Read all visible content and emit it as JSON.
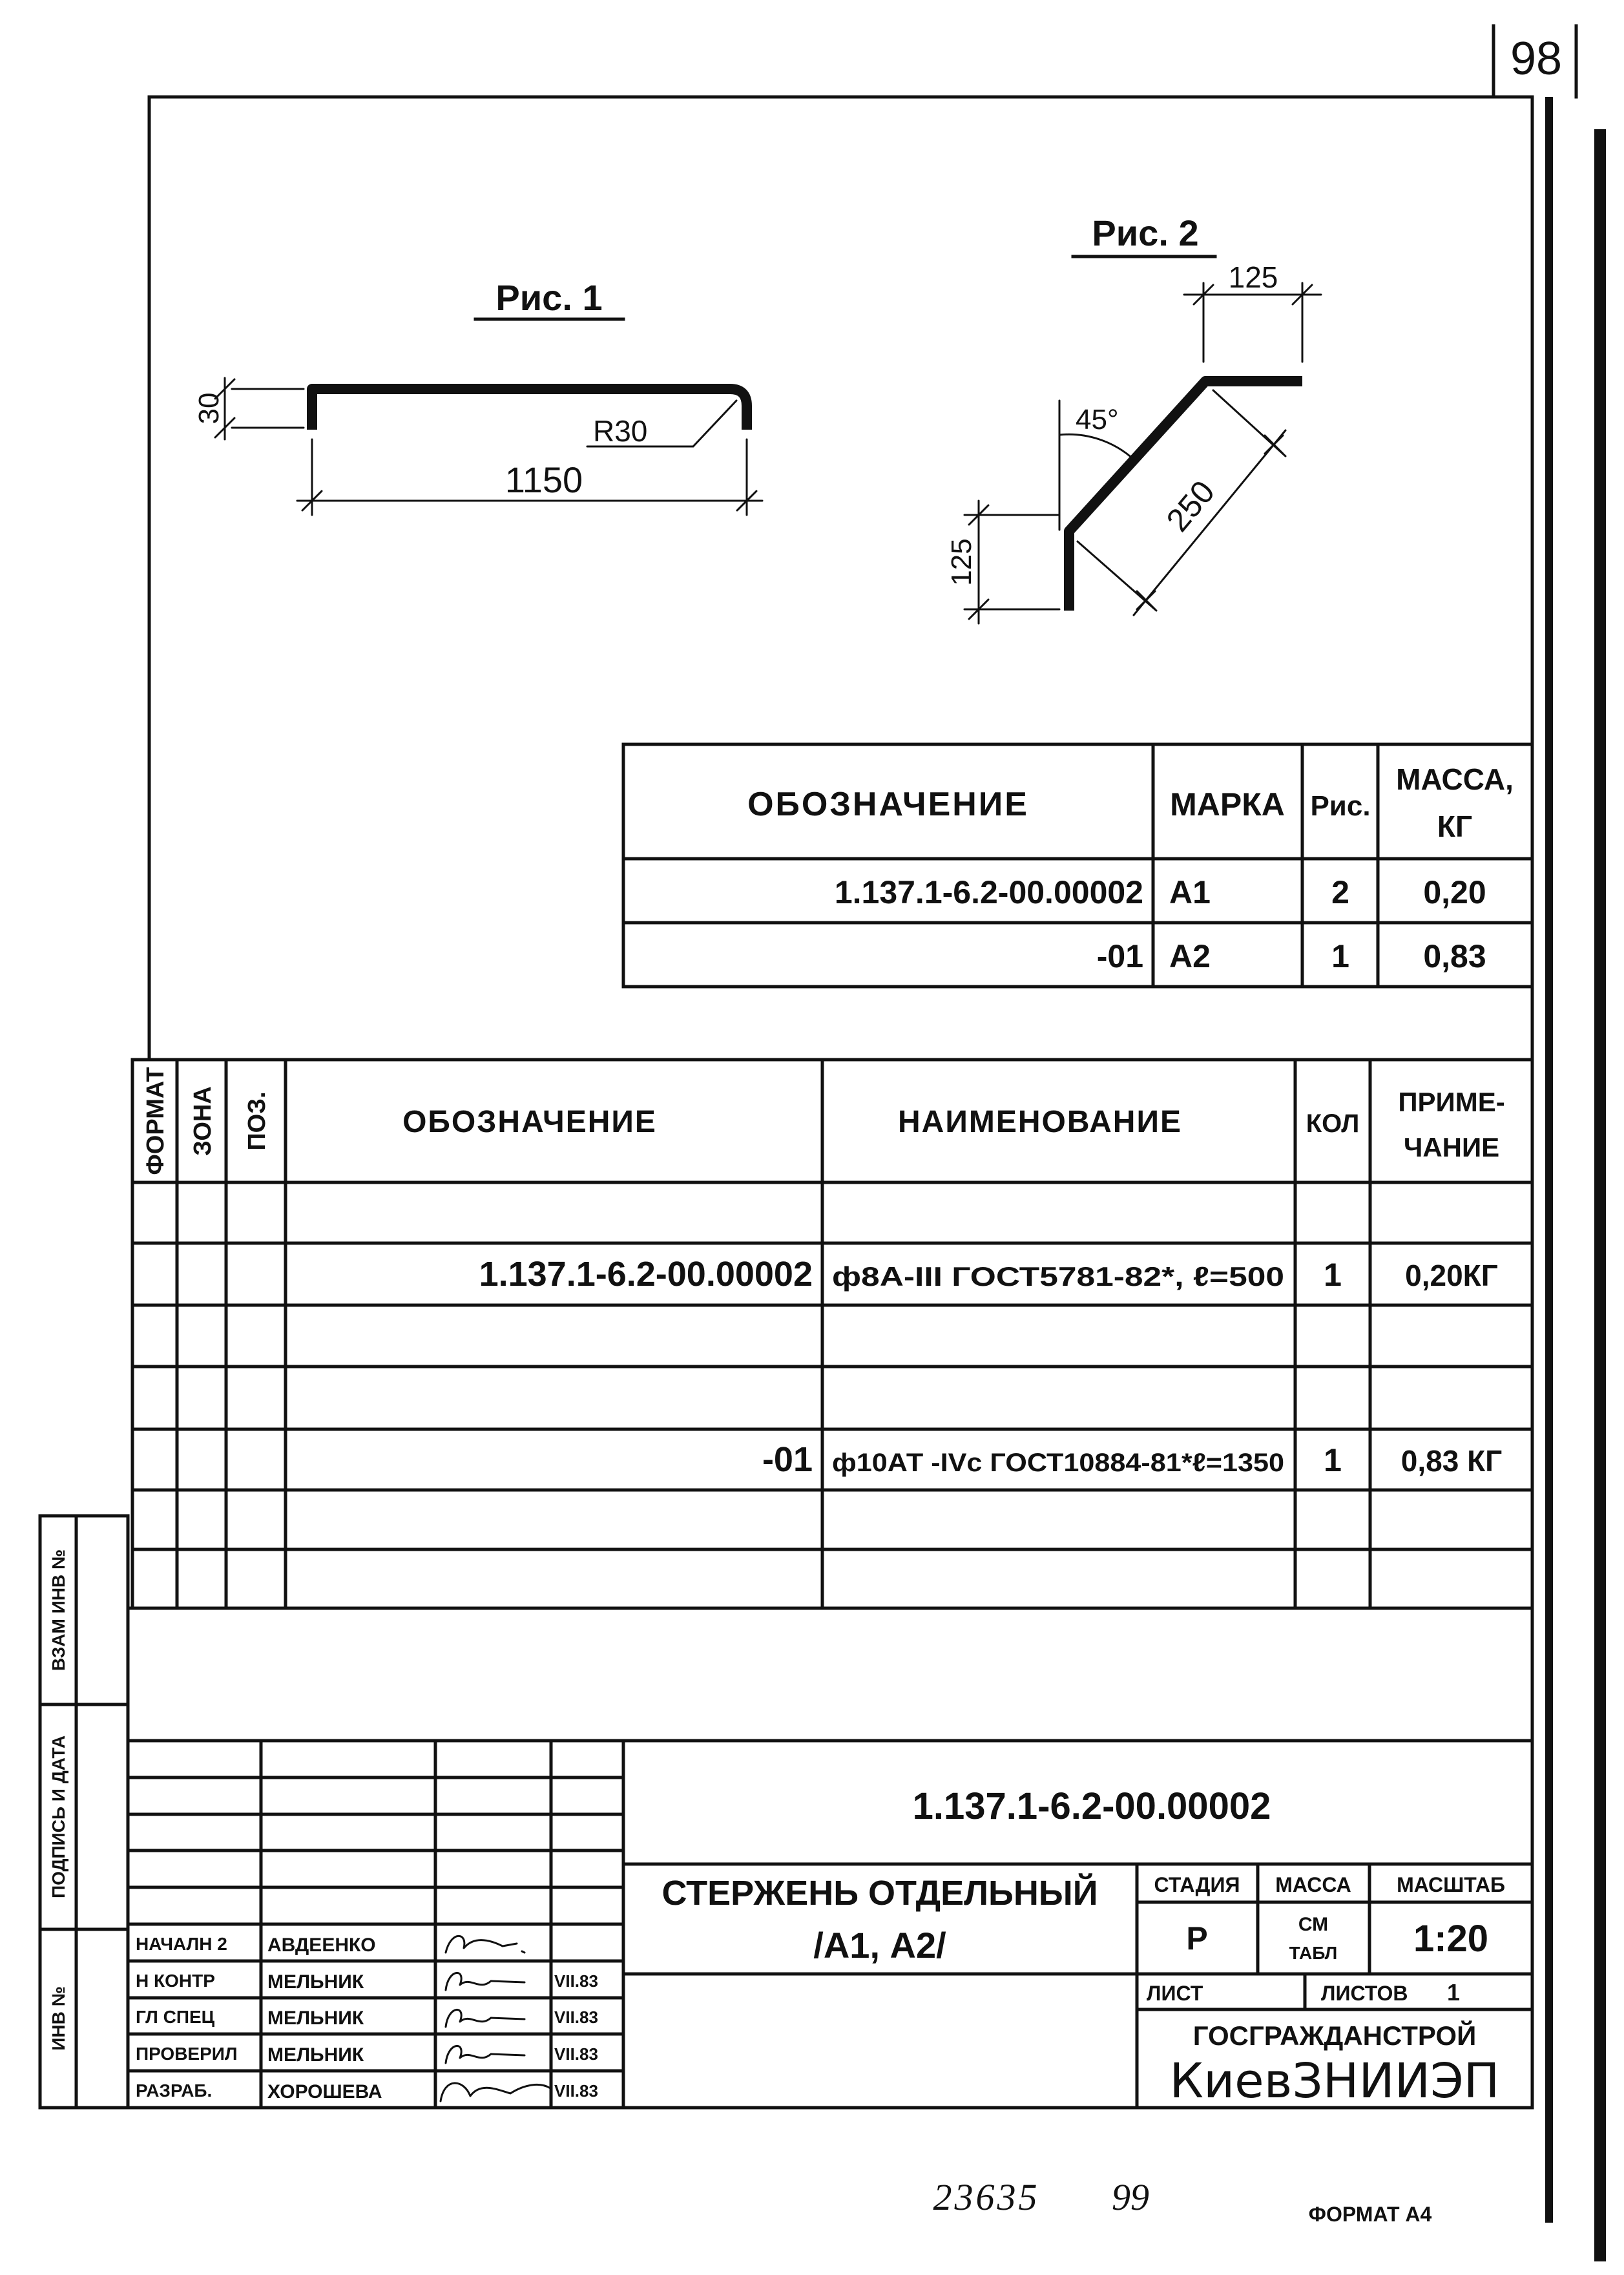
{
  "page_number": "98",
  "fig1": {
    "title": "Рис. 1",
    "height_dim": "30",
    "radius": "R30",
    "length_dim": "1150"
  },
  "fig2": {
    "title": "Рис. 2",
    "top_dim": "125",
    "angle": "45°",
    "diagonal_dim": "250",
    "left_dim": "125"
  },
  "marks_table": {
    "header": {
      "designation": "ОБОЗНАЧЕНИЕ",
      "mark": "МАРКА",
      "figure": "Рис.",
      "mass_line1": "МАССА,",
      "mass_line2": "КГ"
    },
    "rows": [
      {
        "designation": "1.137.1-6.2-00.00002",
        "mark": "А1",
        "figure": "2",
        "mass": "0,20"
      },
      {
        "designation": "-01",
        "mark": "А2",
        "figure": "1",
        "mass": "0,83"
      }
    ]
  },
  "spec_table": {
    "header": {
      "format": "ФОРМАТ",
      "zone": "ЗОНА",
      "position": "ПОЗ.",
      "designation": "ОБОЗНАЧЕНИЕ",
      "name": "НАИМЕНОВАНИЕ",
      "quantity": "КОЛ",
      "note_line1": "ПРИМЕ-",
      "note_line2": "ЧАНИЕ"
    },
    "rows": [
      {
        "designation": "1.137.1-6.2-00.00002",
        "name": "ф8А-III ГОСТ5781-82*, ℓ=500",
        "quantity": "1",
        "note": "0,20КГ"
      },
      {
        "designation": "-01",
        "name": "ф10АТ -IVс ГОСТ10884-81*ℓ=1350",
        "quantity": "1",
        "note": "0,83 КГ"
      }
    ]
  },
  "title_block": {
    "document_code": "1.137.1-6.2-00.00002",
    "title_line1": "СТЕРЖЕНЬ ОТДЕЛЬНЫЙ",
    "title_line2": "/А1, А2/",
    "stage_label": "СТАДИЯ",
    "mass_label": "МАССА",
    "scale_label": "МАСШТАБ",
    "stage": "Р",
    "mass_line1": "СМ",
    "mass_line2": "ТАБЛ",
    "scale": "1:20",
    "sheet_label": "ЛИСТ",
    "sheets_label": "ЛИСТОВ",
    "sheets": "1",
    "ministry": "ГОСГРАЖДАНСТРОЙ",
    "organization": "КиевЗНИИЭП",
    "signatures": [
      {
        "role": "НАЧАЛН 2",
        "name": "АВДЕЕНКО"
      },
      {
        "role": "Н КОНТР",
        "name": "МЕЛЬНИК",
        "date": "VII.83"
      },
      {
        "role": "ГЛ СПЕЦ",
        "name": "МЕЛЬНИК",
        "date": "VII.83"
      },
      {
        "role": "ПРОВЕРИЛ",
        "name": "МЕЛЬНИК",
        "date": "VII.83"
      },
      {
        "role": "РАЗРАБ.",
        "name": "ХОРОШЕВА",
        "date": "VII.83"
      }
    ]
  },
  "side_strip": {
    "replaced_inv": "ВЗАМ ИНВ №",
    "signature_date": "ПОДПИСЬ И ДАТА",
    "original_inv": "ИНВ №"
  },
  "footer": {
    "archive_number": "23635",
    "sheet_number": "99",
    "format": "ФОРМАТ А4"
  }
}
